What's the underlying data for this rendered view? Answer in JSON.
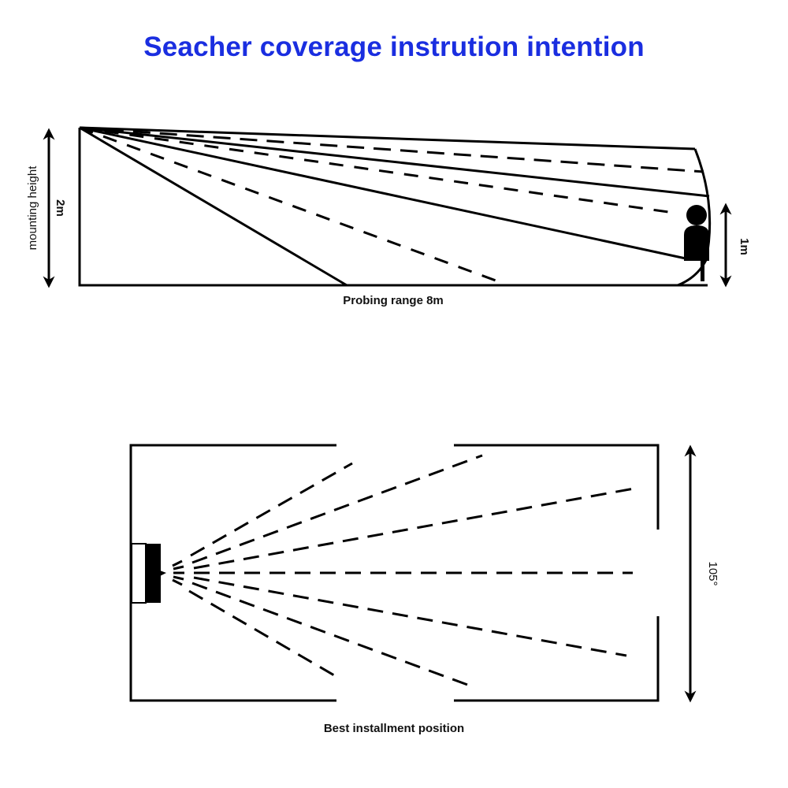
{
  "title": "Seacher coverage instrution intention",
  "side_view": {
    "mounting_height_label": "mounting height",
    "height_value": "2m",
    "person_height": "1m",
    "range_label": "Probing range 8m"
  },
  "top_view": {
    "angle_label": "105°",
    "caption": "Best installment position"
  },
  "colors": {
    "title": "#1a2ee0",
    "lines": "#000000"
  }
}
